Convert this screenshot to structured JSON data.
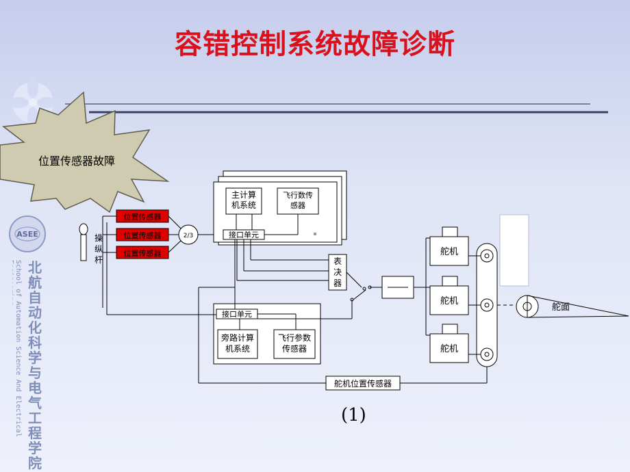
{
  "slide": {
    "title": "容错控制系统故障诊断",
    "school_cn": "北航自动化科学与电气工程学院",
    "school_en": "School of Automation Science And Electrical Engineering",
    "logo_text": "ASEE",
    "caption": "(1)"
  },
  "callout": {
    "text": "位置传感器故障"
  },
  "diagram": {
    "stick_label": [
      "操",
      "纵",
      "杆"
    ],
    "sensors": [
      "位置传感器",
      "位置传感器",
      "位置传感器"
    ],
    "voter_23": "2/3",
    "main_computer": [
      "主计算",
      "机系统"
    ],
    "flight_sensor_top": [
      "飞行数传",
      "感器"
    ],
    "interface_top": "接口单元",
    "decider": [
      "表",
      "决",
      "器"
    ],
    "interface_bottom": "接口单元",
    "bypass_computer": [
      "旁路计算",
      "机系统"
    ],
    "flight_sensor_bottom": [
      "飞行参数",
      "传感器"
    ],
    "actuators": [
      "舵机",
      "舵机",
      "舵机"
    ],
    "surface": "舵面",
    "actuator_pos_sensor": "舵机位置传感器"
  },
  "colors": {
    "title": "#d8111c",
    "sensor_fill": "#e00000",
    "star_fill": "#cfcbb0"
  }
}
